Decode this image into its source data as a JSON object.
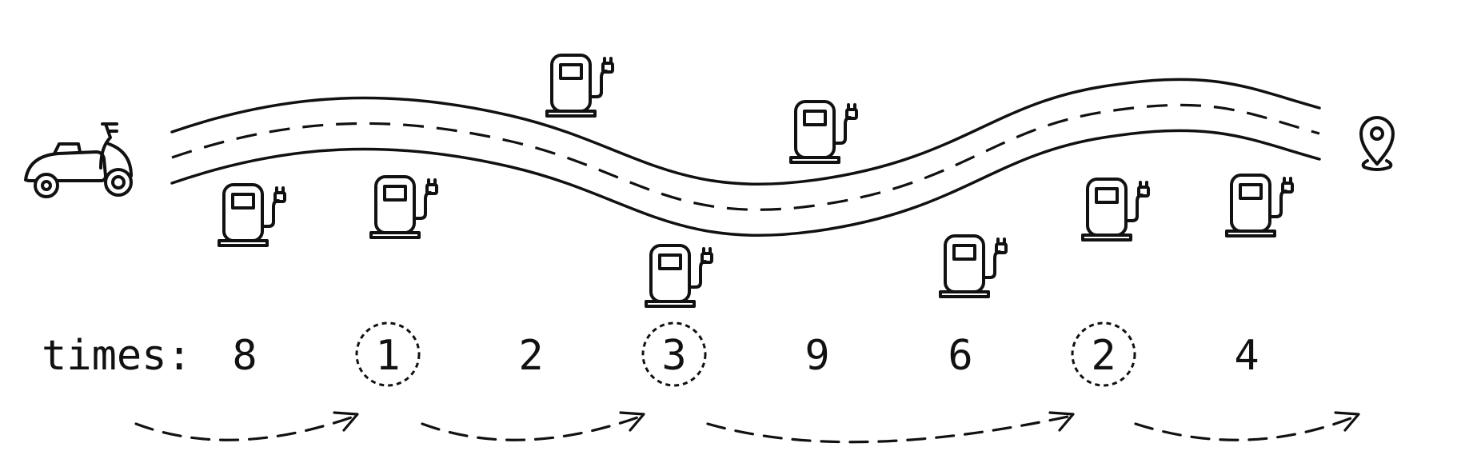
{
  "label": "times:",
  "times": [
    {
      "value": "8",
      "chosen": false
    },
    {
      "value": "1",
      "chosen": true
    },
    {
      "value": "2",
      "chosen": false
    },
    {
      "value": "3",
      "chosen": true
    },
    {
      "value": "9",
      "chosen": false
    },
    {
      "value": "6",
      "chosen": false
    },
    {
      "value": "2",
      "chosen": true
    },
    {
      "value": "4",
      "chosen": false
    }
  ],
  "icons": {
    "start": "scooter-icon",
    "station": "charging-station-icon",
    "end": "location-pin-icon"
  },
  "colors": {
    "stroke": "#111111",
    "background": "#ffffff"
  }
}
